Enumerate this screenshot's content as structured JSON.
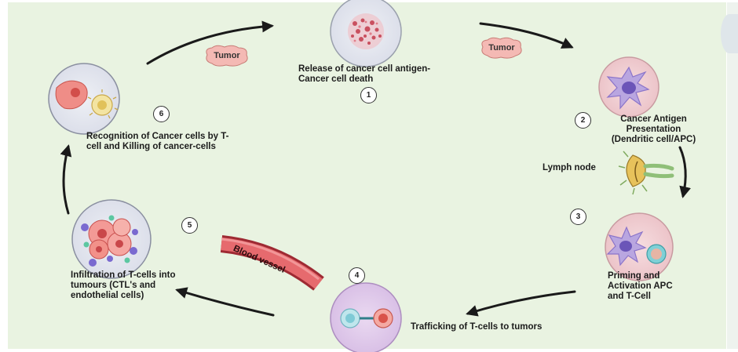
{
  "steps": [
    {
      "number": "1",
      "label": "Release of cancer cell antigen- Cancer cell death"
    },
    {
      "number": "2",
      "label": "Cancer Antigen Presentation (Dendritic cell/APC)"
    },
    {
      "number": "3",
      "label": "Priming and Activation APC and T-Cell"
    },
    {
      "number": "4",
      "label": "Trafficking of T-cells to tumors"
    },
    {
      "number": "5",
      "label": "Infiltration of T-cells into tumours (CTL's and endothelial cells)"
    },
    {
      "number": "6",
      "label": "Recognition of Cancer cells by T-cell and Killing of cancer-cells"
    }
  ],
  "labels": {
    "tumor_left": "Tumor",
    "tumor_right": "Tumor",
    "lymph_node": "Lymph node",
    "blood_vessel": "Blood vessel"
  },
  "colors": {
    "background": "#e9f3e1",
    "arrow": "#1a1a1a",
    "tumor_tag": "#f4b9b4",
    "blood_vessel": "#c8454a"
  }
}
